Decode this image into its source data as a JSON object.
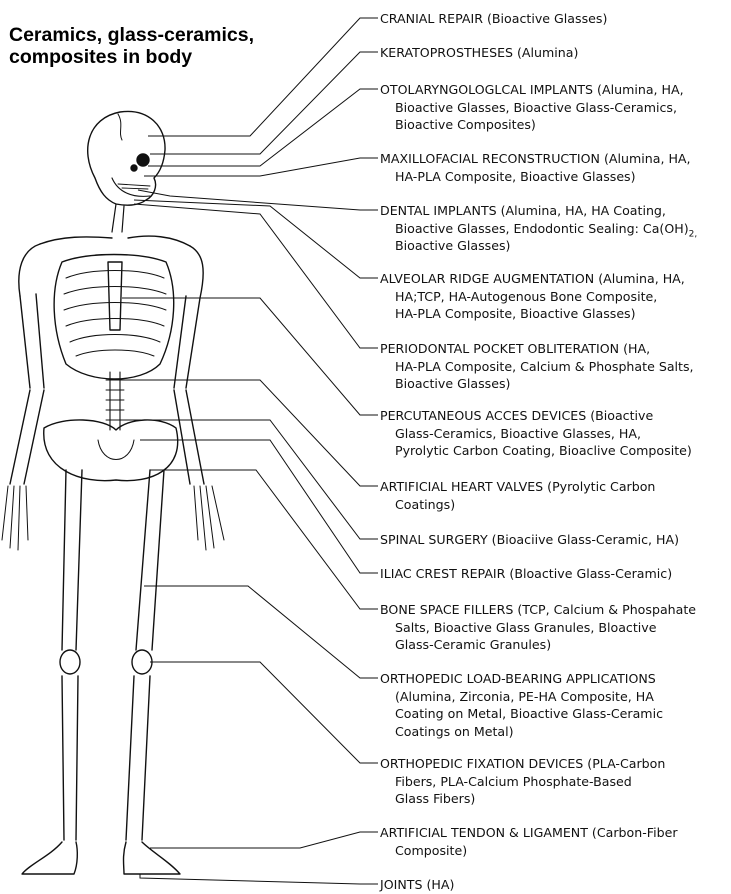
{
  "title": {
    "line1": "Ceramics, glass-ceramics,",
    "line2": "composites in body"
  },
  "labels": [
    {
      "lines": [
        "CRANIAL REPAIR (Bioactive Glasses)"
      ]
    },
    {
      "lines": [
        "KERATOPROSTHESES (Alumina)"
      ]
    },
    {
      "lines": [
        "OTOLARYNGOLOGLCAL IMPLANTS (Alumina, HA,",
        "Bioactive Glasses, Bioactive Glass-Ceramics,",
        "Bioactive Composites)"
      ]
    },
    {
      "lines": [
        "MAXILLOFACIAL RECONSTRUCTION (Alumina, HA,",
        "HA-PLA Composite, Bioactive Glasses)"
      ]
    },
    {
      "lines": [
        "DENTAL IMPLANTS (Alumina, HA, HA Coating,",
        "Bioactive Glasses, Endodontic Sealing: Ca(OH)",
        "Bioactive Glasses)"
      ],
      "sub": "2,"
    },
    {
      "lines": [
        "ALVEOLAR RIDGE AUGMENTATION (Alumina, HA,",
        "HA;TCP, HA-Autogenous Bone Composite,",
        "HA-PLA Composite, Bioactive Glasses)"
      ]
    },
    {
      "lines": [
        "PERIODONTAL POCKET OBLITERATION (HA,",
        "HA-PLA Composite, Calcium & Phosphate Salts,",
        "Bioactive Glasses)"
      ]
    },
    {
      "lines": [
        "PERCUTANEOUS ACCES DEVICES (Bioactive",
        "Glass-Ceramics, Bioactive Glasses, HA,",
        "Pyrolytic Carbon Coating, Bioaclive Composite)"
      ]
    },
    {
      "lines": [
        "ARTIFICIAL HEART VALVES (Pyrolytic Carbon",
        "Coatings)"
      ]
    },
    {
      "lines": [
        "SPINAL SURGERY (Bioaciive Glass-Ceramic, HA)"
      ]
    },
    {
      "lines": [
        "ILIAC CREST REPAIR (Bloactive Glass-Ceramic)"
      ]
    },
    {
      "lines": [
        "BONE SPACE FILLERS (TCP, Calcium & Phospahate",
        "Salts, Bioactive Glass Granules, Bloactive",
        "Glass-Ceramic Granules)"
      ]
    },
    {
      "lines": [
        "ORTHOPEDIC LOAD-BEARING APPLICATIONS",
        "(Alumina, Zirconia, PE-HA Composite, HA",
        "Coating on Metal, Bioactive Glass-Ceramic",
        "Coatings on Metal)"
      ]
    },
    {
      "lines": [
        "ORTHOPEDIC FIXATION DEVICES (PLA-Carbon",
        "Fibers, PLA-Calcium Phosphate-Based",
        "Glass Fibers)"
      ]
    },
    {
      "lines": [
        "ARTIFICIAL TENDON & LIGAMENT (Carbon-Fiber",
        "Composite)"
      ]
    },
    {
      "lines": [
        "JOINTS (HA)"
      ]
    }
  ]
}
